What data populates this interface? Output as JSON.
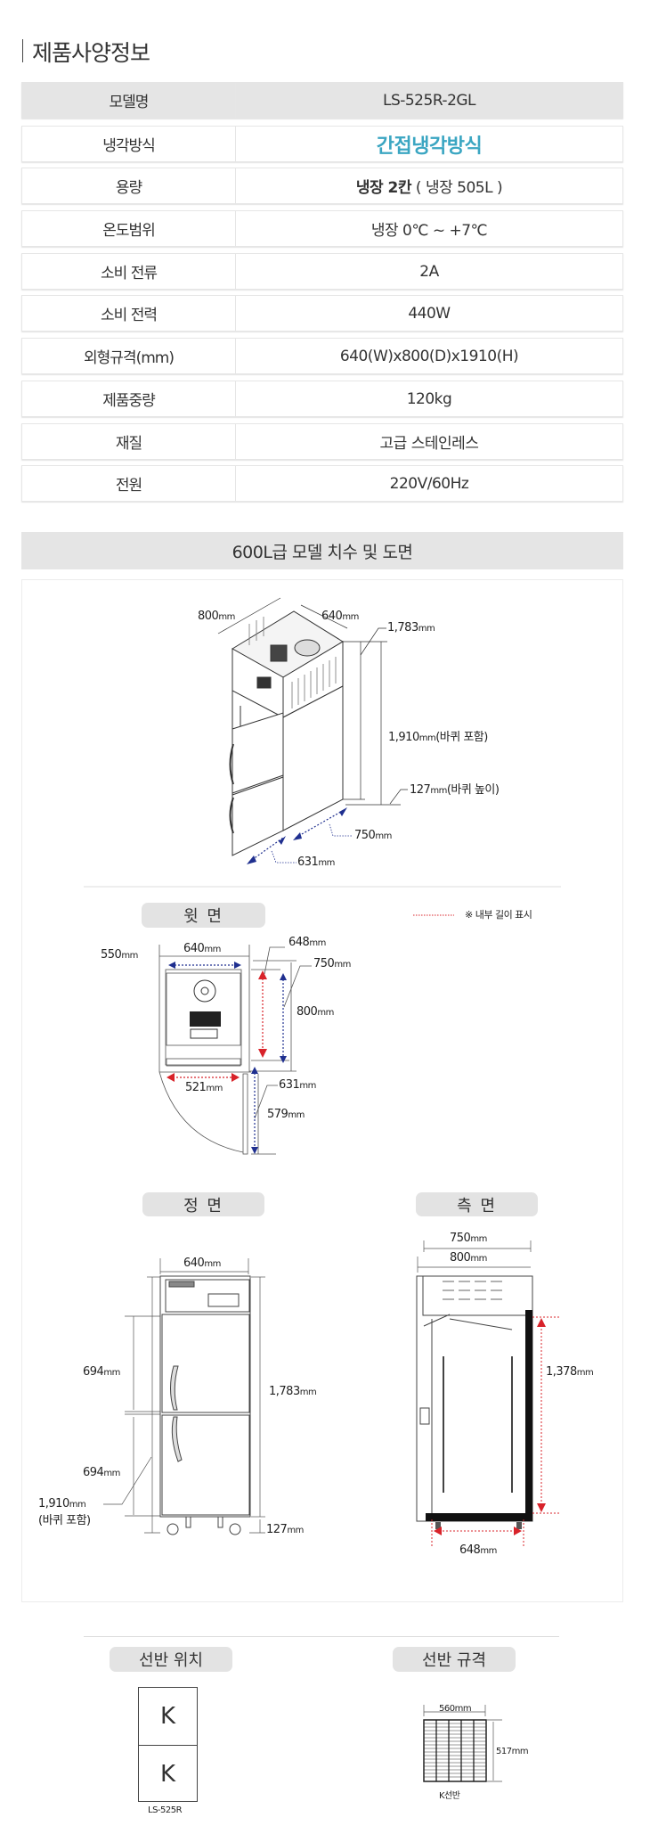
{
  "page_title": "제품사양정보",
  "specs": [
    {
      "label": "모델명",
      "value": "LS-525R-2GL"
    },
    {
      "label": "냉각방식",
      "value": "간접냉각방식"
    },
    {
      "label": "용량",
      "value_bold": "냉장 2칸",
      "value": " ( 냉장 505L )"
    },
    {
      "label": "온도범위",
      "value": "냉장 0℃ ~ +7℃"
    },
    {
      "label": "소비 전류",
      "value": "2A"
    },
    {
      "label": "소비 전력",
      "value": "440W"
    },
    {
      "label": "외형규격(mm)",
      "value": "640(W)x800(D)x1910(H)"
    },
    {
      "label": "제품중량",
      "value": "120kg"
    },
    {
      "label": "재질",
      "value": "고급 스테인레스"
    },
    {
      "label": "전원",
      "value": "220V/60Hz"
    }
  ],
  "colors": {
    "accent": "#3ba6c2",
    "header_bg": "#e5e5e5",
    "dim_blue": "#1f2f8f",
    "dim_red": "#d8232a"
  },
  "drawings": {
    "title": "600L급 모델 치수 및 도면",
    "unit": "mm",
    "iso": {
      "depth": "800",
      "width": "640",
      "body_height": "1,783",
      "total_height": "1,910",
      "total_height_note": "(바퀴 포함)",
      "wheel_height": "127",
      "wheel_height_note": "(바퀴 높이)",
      "inner_depth": "750",
      "inner_width": "631"
    },
    "top_view": {
      "title": "윗 면",
      "legend": "※ 내부 길이 표시",
      "width": "640",
      "inner_width": "550",
      "inner_depth_red": "648",
      "inner_depth": "750",
      "depth": "800",
      "door_inner": "521",
      "door_open": "631",
      "door_width": "579"
    },
    "front_view": {
      "title": "정 면",
      "width": "640",
      "upper_door": "694",
      "lower_door": "694",
      "body_height": "1,783",
      "total_height": "1,910",
      "total_height_note": "(바퀴 포함)",
      "wheel_height": "127"
    },
    "side_view": {
      "title": "측 면",
      "inner_depth": "750",
      "depth": "800",
      "inner_height": "1,378",
      "inner_bottom": "648"
    }
  },
  "shelves": {
    "position_title": "선반 위치",
    "positions": [
      "K",
      "K"
    ],
    "model": "LS-525R",
    "spec_title": "선반 규격",
    "shelf_width": "560",
    "shelf_depth": "517",
    "shelf_name": "K선반"
  }
}
